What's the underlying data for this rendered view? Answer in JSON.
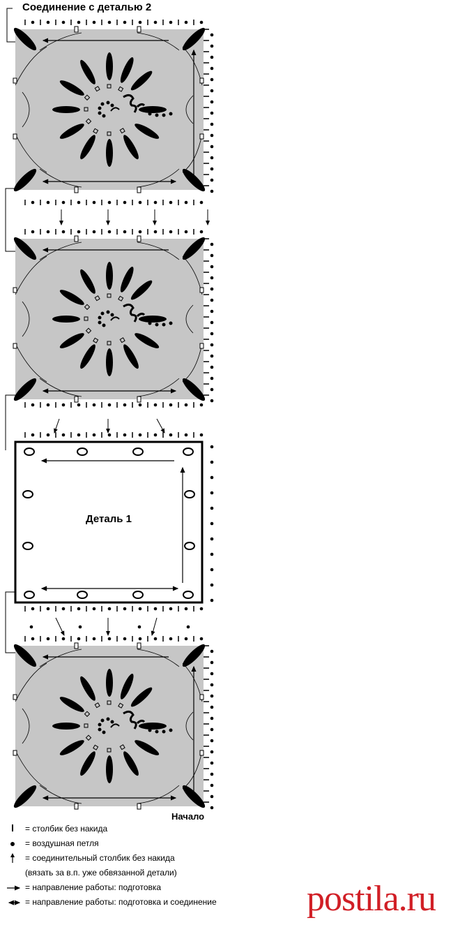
{
  "labels": {
    "join_with": "Соединение с деталью 2",
    "detail1": "Деталь 1",
    "start": "Начало"
  },
  "motif_count": 3,
  "legend": [
    {
      "symbol": "single-crochet-icon",
      "text": "= столбик без накида"
    },
    {
      "symbol": "chain-stitch-icon",
      "text": "= воздушная петля"
    },
    {
      "symbol": "slip-stitch-icon",
      "text": "= соединительный столбик без накида"
    },
    {
      "symbol": "",
      "text": "(вязать за в.п. уже обвязанной детали)"
    },
    {
      "symbol": "arrow-icon",
      "text": "= направление работы: подготовка"
    },
    {
      "symbol": "double-arrow-icon",
      "text": "= направление работы: подготовка и соединение"
    }
  ],
  "watermark": "postila.ru",
  "colors": {
    "motif_fill": "#c6c6c6",
    "ink": "#000000",
    "watermark": "#d11f26"
  }
}
